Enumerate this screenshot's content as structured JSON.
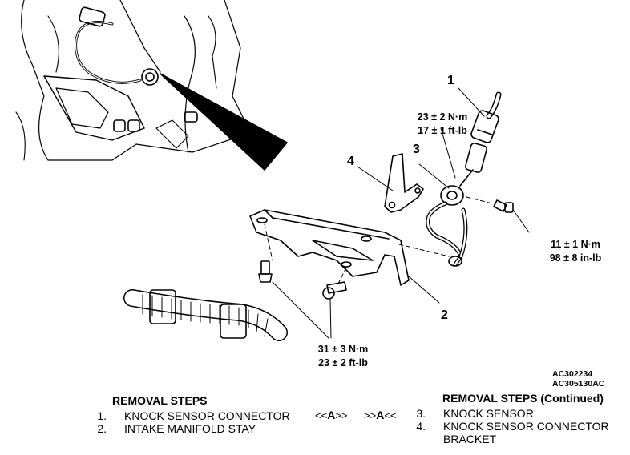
{
  "callouts": {
    "c1": "1",
    "c2": "2",
    "c3": "3",
    "c4": "4"
  },
  "torques": {
    "sensor_connector": [
      "23 ± 2 N·m",
      "17 ± 1 ft-lb"
    ],
    "sensor_bolt": [
      "11 ± 1 N·m",
      "98 ± 8 in-lb"
    ],
    "stay_bolts": [
      "31 ± 3 N·m",
      "23 ± 2 ft-lb"
    ]
  },
  "figure_codes": [
    "AC302234",
    "AC305130AC"
  ],
  "removal_steps": {
    "title": "REMOVAL STEPS",
    "items": [
      {
        "num": "1.",
        "label": "KNOCK SENSOR CONNECTOR"
      },
      {
        "num": "2.",
        "label": "INTAKE MANIFOLD STAY"
      }
    ]
  },
  "removal_steps_continued": {
    "title": "REMOVAL STEPS (Continued)",
    "items": [
      {
        "num": "3.",
        "label": "KNOCK SENSOR",
        "mark_left": "<<",
        "mark_letter": "A",
        "mark_right": ">>"
      },
      {
        "num": "4.",
        "label": "KNOCK SENSOR CONNECTOR",
        "label2": "BRACKET"
      }
    ]
  },
  "install_mark": {
    "left": ">>",
    "letter": "A",
    "right": "<<"
  }
}
